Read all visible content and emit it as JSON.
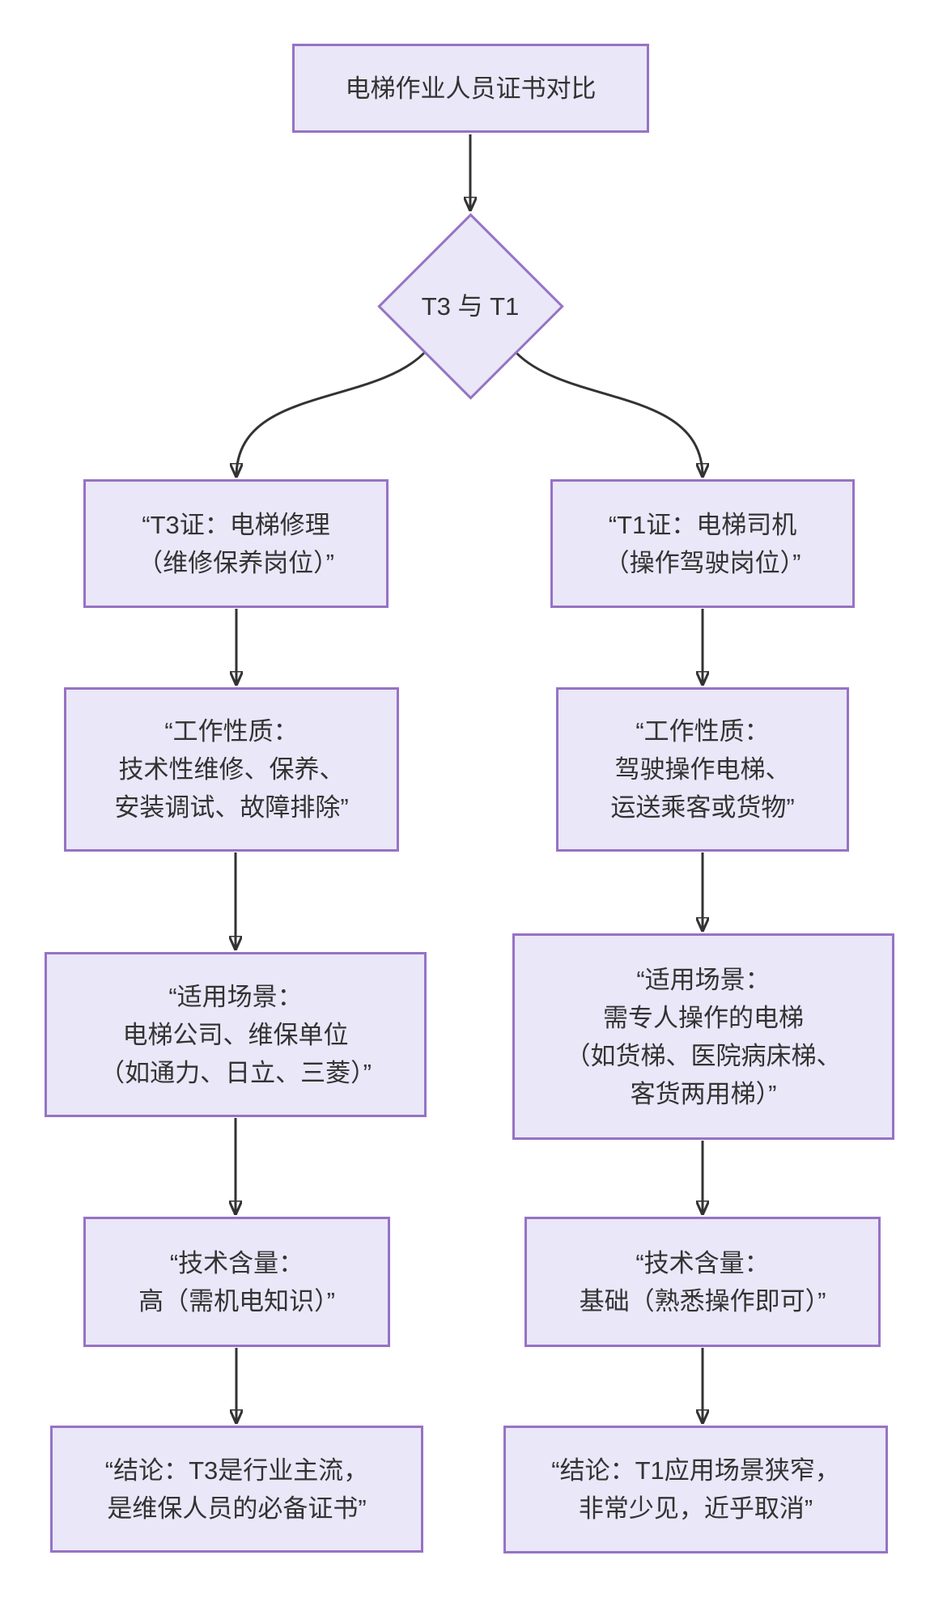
{
  "diagram": {
    "type": "flowchart",
    "direction": "top-down",
    "colors": {
      "node_fill": "#eae7f8",
      "node_border": "#9673c4",
      "text": "#333333",
      "arrow": "#333333",
      "background": "#ffffff"
    },
    "nodes": {
      "root": {
        "label": "电梯作业人员证书对比",
        "shape": "rectangle"
      },
      "decision": {
        "label": "T3 与 T1",
        "shape": "diamond"
      },
      "t3_cert": {
        "shape": "rectangle",
        "lines": [
          "“T3证：电梯修理",
          "（维修保养岗位）”"
        ]
      },
      "t1_cert": {
        "shape": "rectangle",
        "lines": [
          "“T1证：电梯司机",
          "（操作驾驶岗位）”"
        ]
      },
      "t3_nature": {
        "shape": "rectangle",
        "lines": [
          "“工作性质：",
          "技术性维修、保养、",
          "安装调试、故障排除”"
        ]
      },
      "t1_nature": {
        "shape": "rectangle",
        "lines": [
          "“工作性质：",
          "驾驶操作电梯、",
          "运送乘客或货物”"
        ]
      },
      "t3_scene": {
        "shape": "rectangle",
        "lines": [
          "“适用场景：",
          "电梯公司、维保单位",
          "（如通力、日立、三菱）”"
        ]
      },
      "t1_scene": {
        "shape": "rectangle",
        "lines": [
          "“适用场景：",
          "需专人操作的电梯",
          "（如货梯、医院病床梯、",
          "客货两用梯）”"
        ]
      },
      "t3_skill": {
        "shape": "rectangle",
        "lines": [
          "“技术含量：",
          "高（需机电知识）”"
        ]
      },
      "t1_skill": {
        "shape": "rectangle",
        "lines": [
          "“技术含量：",
          "基础（熟悉操作即可）”"
        ]
      },
      "t3_conclusion": {
        "shape": "rectangle",
        "lines": [
          "“结论：T3是行业主流，",
          "是维保人员的必备证书”"
        ]
      },
      "t1_conclusion": {
        "shape": "rectangle",
        "lines": [
          "“结论：T1应用场景狭窄，",
          "非常少见，近乎取消”"
        ]
      }
    },
    "edges": [
      {
        "from": "root",
        "to": "decision"
      },
      {
        "from": "decision",
        "to": "t3_cert"
      },
      {
        "from": "decision",
        "to": "t1_cert"
      },
      {
        "from": "t3_cert",
        "to": "t3_nature"
      },
      {
        "from": "t1_cert",
        "to": "t1_nature"
      },
      {
        "from": "t3_nature",
        "to": "t3_scene"
      },
      {
        "from": "t1_nature",
        "to": "t1_scene"
      },
      {
        "from": "t3_scene",
        "to": "t3_skill"
      },
      {
        "from": "t1_scene",
        "to": "t1_skill"
      },
      {
        "from": "t3_skill",
        "to": "t3_conclusion"
      },
      {
        "from": "t1_skill",
        "to": "t1_conclusion"
      }
    ]
  }
}
